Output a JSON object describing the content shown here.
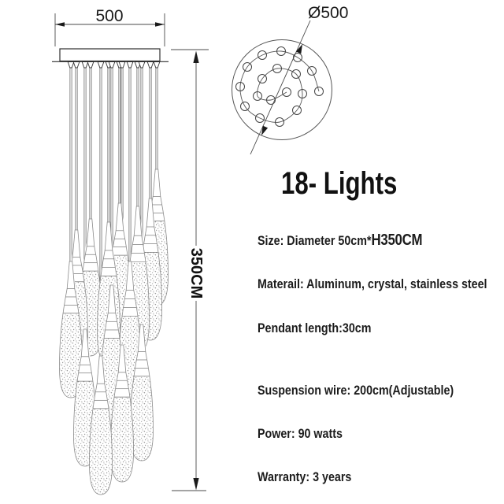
{
  "front_view": {
    "width_label": "500",
    "height_label": "350CM"
  },
  "top_view": {
    "diameter_label": "Ø500"
  },
  "specs": {
    "title": "18- Lights",
    "size_prefix": "Size: Diameter 50cm*",
    "size_bold": "H350CM",
    "material": "Materail: Aluminum, crystal, stainless steel",
    "pendant_length": "Pendant length:30cm",
    "suspension_wire": "Suspension wire: 200cm(Adjustable)",
    "power": "Power: 90 watts",
    "warranty": "Warranty: 3 years"
  },
  "drawing_meta": {
    "lights_count": 18,
    "ink_color": "#1a1a1a",
    "line_color": "#4a4a4a"
  }
}
